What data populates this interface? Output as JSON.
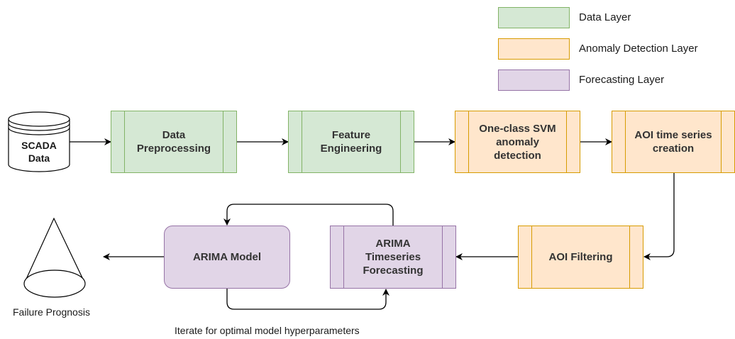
{
  "legend": [
    {
      "label": "Data Layer",
      "color": "#d5e8d4",
      "border": "#82b366"
    },
    {
      "label": "Anomaly Detection Layer",
      "color": "#ffe6cc",
      "border": "#d79b00"
    },
    {
      "label": "Forecasting Layer",
      "color": "#e1d5e7",
      "border": "#9673a6"
    }
  ],
  "nodes": {
    "scada": "SCADA\nData",
    "preprocessing": "Data\nPreprocessing",
    "feature_engineering": "Feature\nEngineering",
    "svm": "One-class SVM\nanomaly\ndetection",
    "aoi_series": "AOI time series\ncreation",
    "aoi_filtering": "AOI Filtering",
    "arima_forecasting": "ARIMA\nTimeseries\nForecasting",
    "arima_model": "ARIMA Model",
    "failure_prognosis": "Failure Prognosis"
  },
  "loop_caption": "Iterate for optimal model hyperparameters"
}
